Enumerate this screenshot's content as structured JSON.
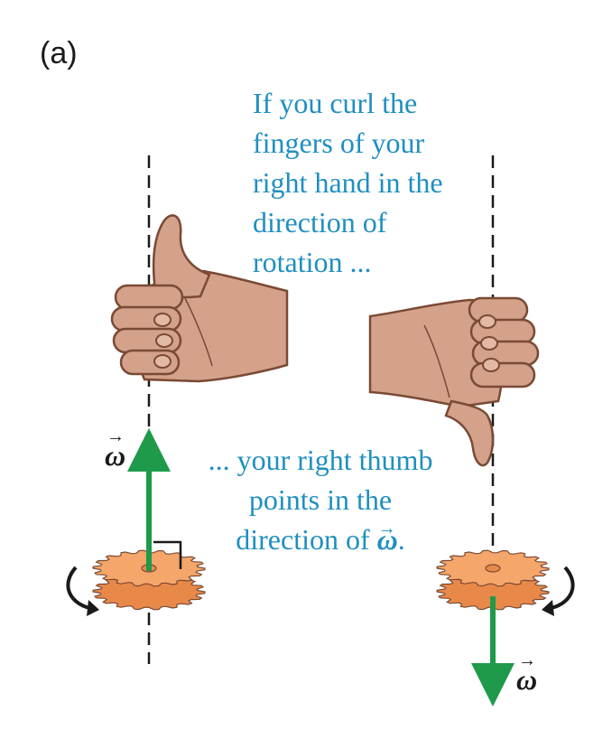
{
  "panel_label": "(a)",
  "caption_top": {
    "lines": [
      "If you curl the",
      "fingers of your",
      "right hand in the",
      "direction of",
      "rotation ..."
    ]
  },
  "caption_bottom": {
    "lines": [
      "... your right thumb",
      "points in the"
    ],
    "line3_prefix": "direction of ",
    "omega": "ω",
    "line3_suffix": "."
  },
  "vector_symbol": "ω",
  "colors": {
    "caption_text": "#1f8fc0",
    "skin": "#d4a18a",
    "skin_outline": "#7a4a35",
    "gear_fill": "#f5a66a",
    "gear_side": "#e8894a",
    "vector_arrow": "#1e9a4a",
    "axis": "#1a1a1a"
  }
}
